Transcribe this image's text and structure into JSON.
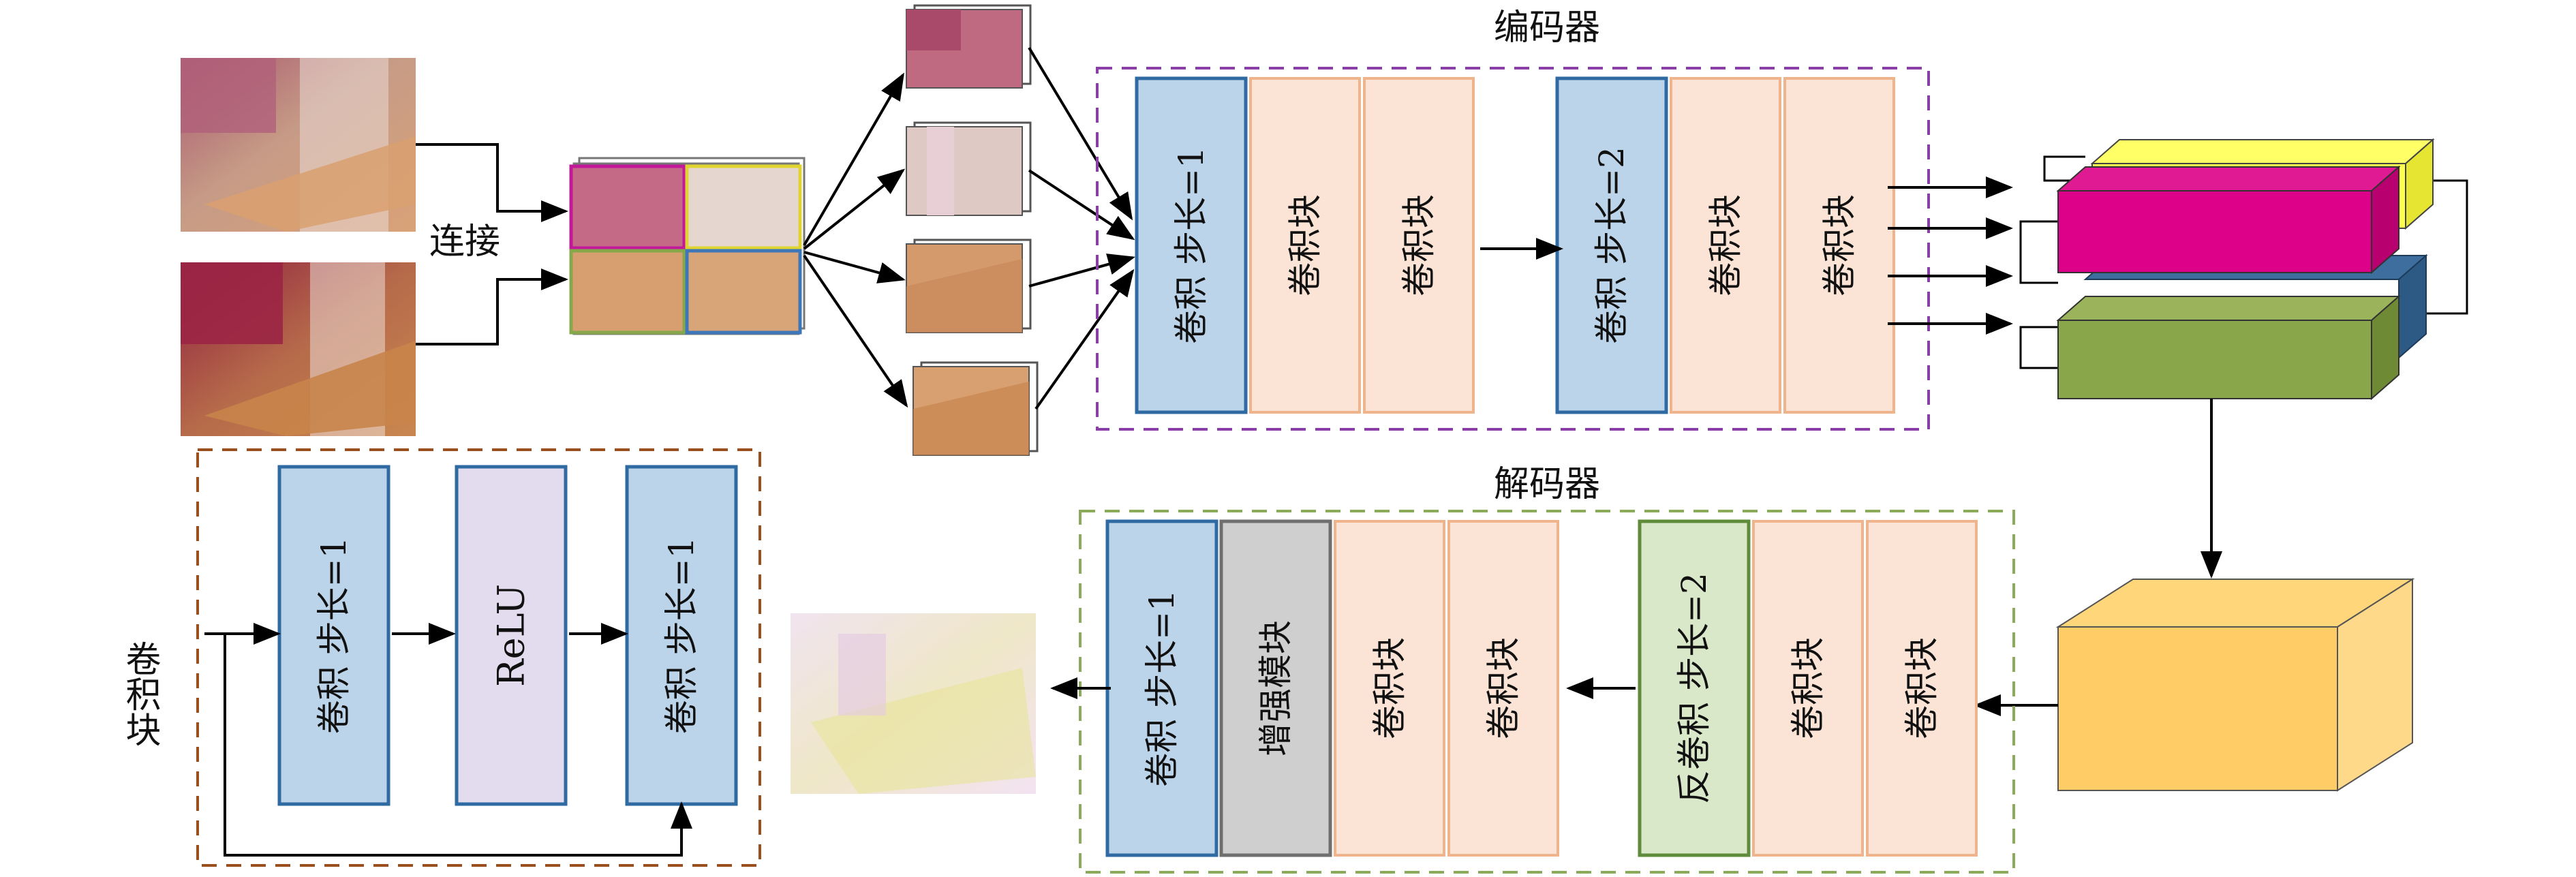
{
  "labels": {
    "encoder": "编码器",
    "decoder": "解码器",
    "concat": "连接",
    "conv_block_side": "卷积块"
  },
  "encoder_boxes": [
    {
      "text": "卷积 步长=1",
      "kind": "conv"
    },
    {
      "text": "卷积块",
      "kind": "block"
    },
    {
      "text": "卷积块",
      "kind": "block"
    },
    {
      "text": "卷积 步长=2",
      "kind": "conv"
    },
    {
      "text": "卷积块",
      "kind": "block"
    },
    {
      "text": "卷积块",
      "kind": "block"
    }
  ],
  "decoder_boxes": [
    {
      "text": "卷积 步长=1",
      "kind": "conv"
    },
    {
      "text": "增强模块",
      "kind": "enhance"
    },
    {
      "text": "卷积块",
      "kind": "block"
    },
    {
      "text": "卷积块",
      "kind": "block"
    },
    {
      "text": "反卷积 步长=2",
      "kind": "deconv"
    },
    {
      "text": "卷积块",
      "kind": "block"
    },
    {
      "text": "卷积块",
      "kind": "block"
    }
  ],
  "conv_block_detail": [
    {
      "text": "卷积 步长=1",
      "kind": "conv"
    },
    {
      "text": "ReLU",
      "kind": "relu"
    },
    {
      "text": "卷积 步长=1",
      "kind": "conv"
    }
  ],
  "colors": {
    "conv_fill": "#bcd4ea",
    "conv_stroke": "#2f6aa3",
    "block_fill": "#fbe3d6",
    "block_stroke": "#f0b48c",
    "enhance_fill": "#cfcfcf",
    "enhance_stroke": "#6f6f6f",
    "deconv_fill": "#d9e8c8",
    "deconv_stroke": "#5f8c3a",
    "relu_fill": "#e3dcee",
    "relu_stroke": "#2f6aa3",
    "encoder_dash": "#8a3fa8",
    "decoder_dash": "#8cab5a",
    "block_dash": "#9a4f1f",
    "cube_yellow": "#ffff4d",
    "cube_magenta": "#dd0088",
    "cube_blue": "#3d6e9e",
    "cube_green": "#8aa64a",
    "cube_orange": "#ffcc66"
  }
}
